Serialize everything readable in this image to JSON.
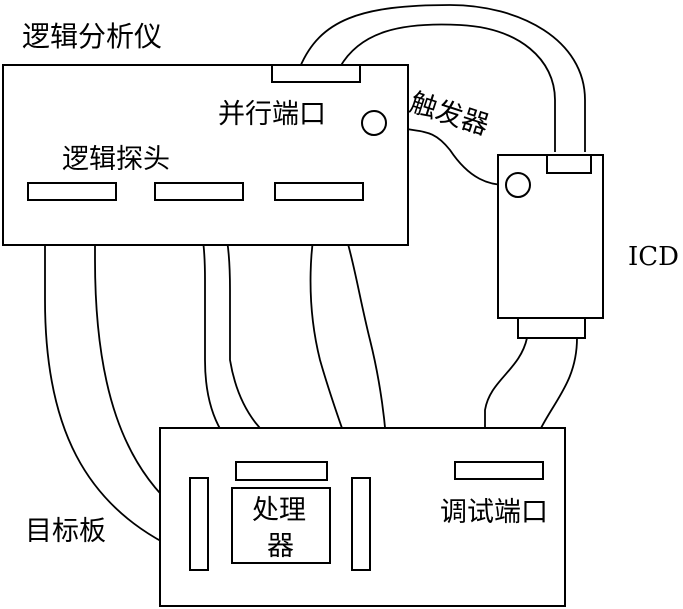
{
  "labels": {
    "logic_analyzer": "逻辑分析仪",
    "parallel_port": "并行端口",
    "logic_probe": "逻辑探头",
    "trigger": "触发器",
    "icd": "ICD",
    "target_board": "目标板",
    "processor_line1": "处理",
    "processor_line2": "器",
    "debug_port": "调试端口"
  }
}
